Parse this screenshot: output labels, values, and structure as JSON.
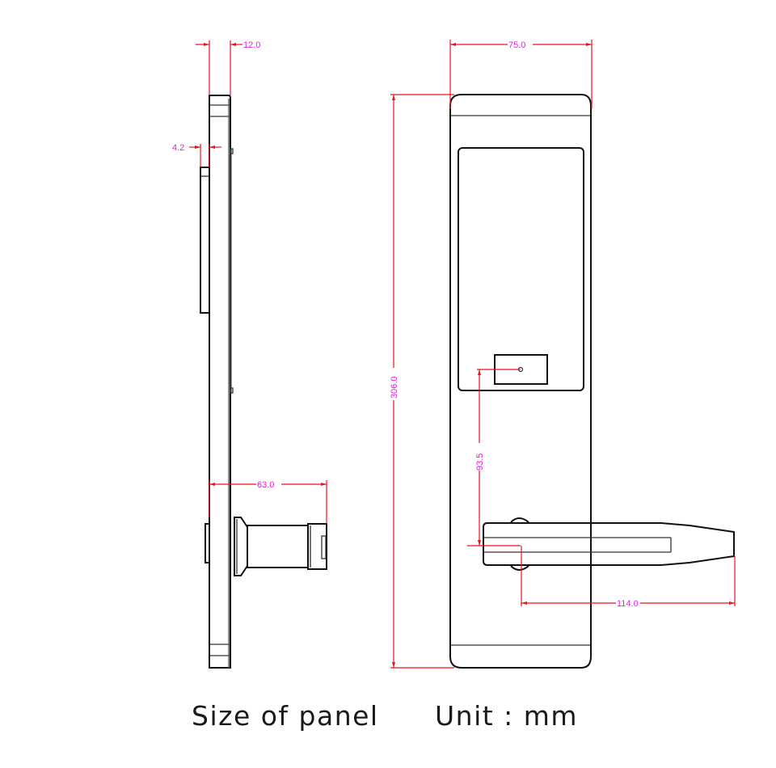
{
  "caption": {
    "title": "Size of panel",
    "unit": "Unit : mm"
  },
  "dimensions": {
    "side_thickness": "12.0",
    "side_plate_offset": "4.2",
    "handle_projection": "63.0",
    "panel_width": "75.0",
    "panel_height": "306.0",
    "keyhole_to_handle": "93.5",
    "lever_length": "114.0"
  },
  "colors": {
    "outline": "#111111",
    "dimension_line": "#e8141c",
    "dimension_text": "#e020e0",
    "background": "#ffffff"
  }
}
